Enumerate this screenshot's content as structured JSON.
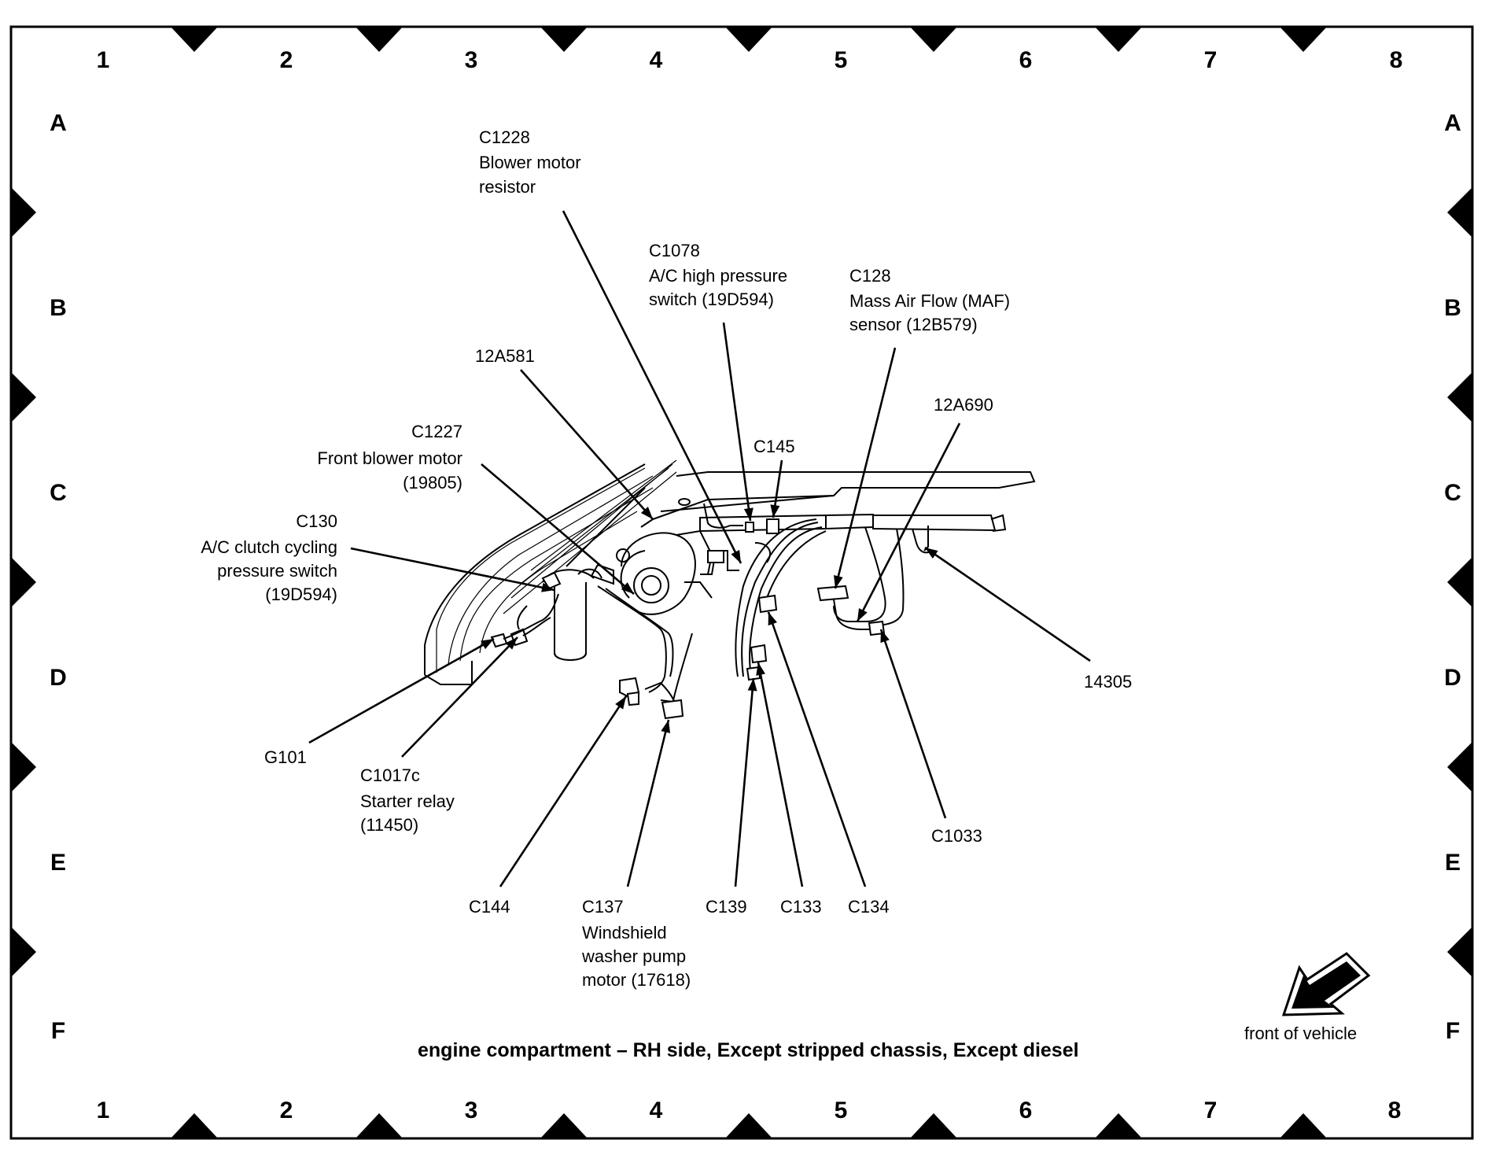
{
  "grid": {
    "columns": [
      "1",
      "2",
      "3",
      "4",
      "5",
      "6",
      "7",
      "8"
    ],
    "rows": [
      "A",
      "B",
      "C",
      "D",
      "E",
      "F"
    ]
  },
  "callouts": {
    "c1228": [
      "C1228",
      "Blower motor",
      "resistor"
    ],
    "c1078": [
      "C1078",
      "A/C high pressure",
      "switch (19D594)"
    ],
    "c128": [
      "C128",
      "Mass Air Flow (MAF)",
      "sensor (12B579)"
    ],
    "p12a581": [
      "12A581"
    ],
    "p12a690": [
      "12A690"
    ],
    "c145": [
      "C145"
    ],
    "c1227": [
      "C1227",
      "Front blower motor",
      "(19805)"
    ],
    "c130": [
      "C130",
      "A/C clutch cycling",
      "pressure switch",
      "(19D594)"
    ],
    "p14305": [
      "14305"
    ],
    "g101": [
      "G101"
    ],
    "c1017c": [
      "C1017c",
      "Starter relay",
      "(11450)"
    ],
    "c1033": [
      "C1033"
    ],
    "c144": [
      "C144"
    ],
    "c137": [
      "C137",
      "Windshield",
      "washer pump",
      "motor (17618)"
    ],
    "c139": [
      "C139"
    ],
    "c133": [
      "C133"
    ],
    "c134": [
      "C134"
    ]
  },
  "caption": "engine compartment – RH side, Except stripped chassis, Except diesel",
  "front_of_vehicle": "front of vehicle"
}
